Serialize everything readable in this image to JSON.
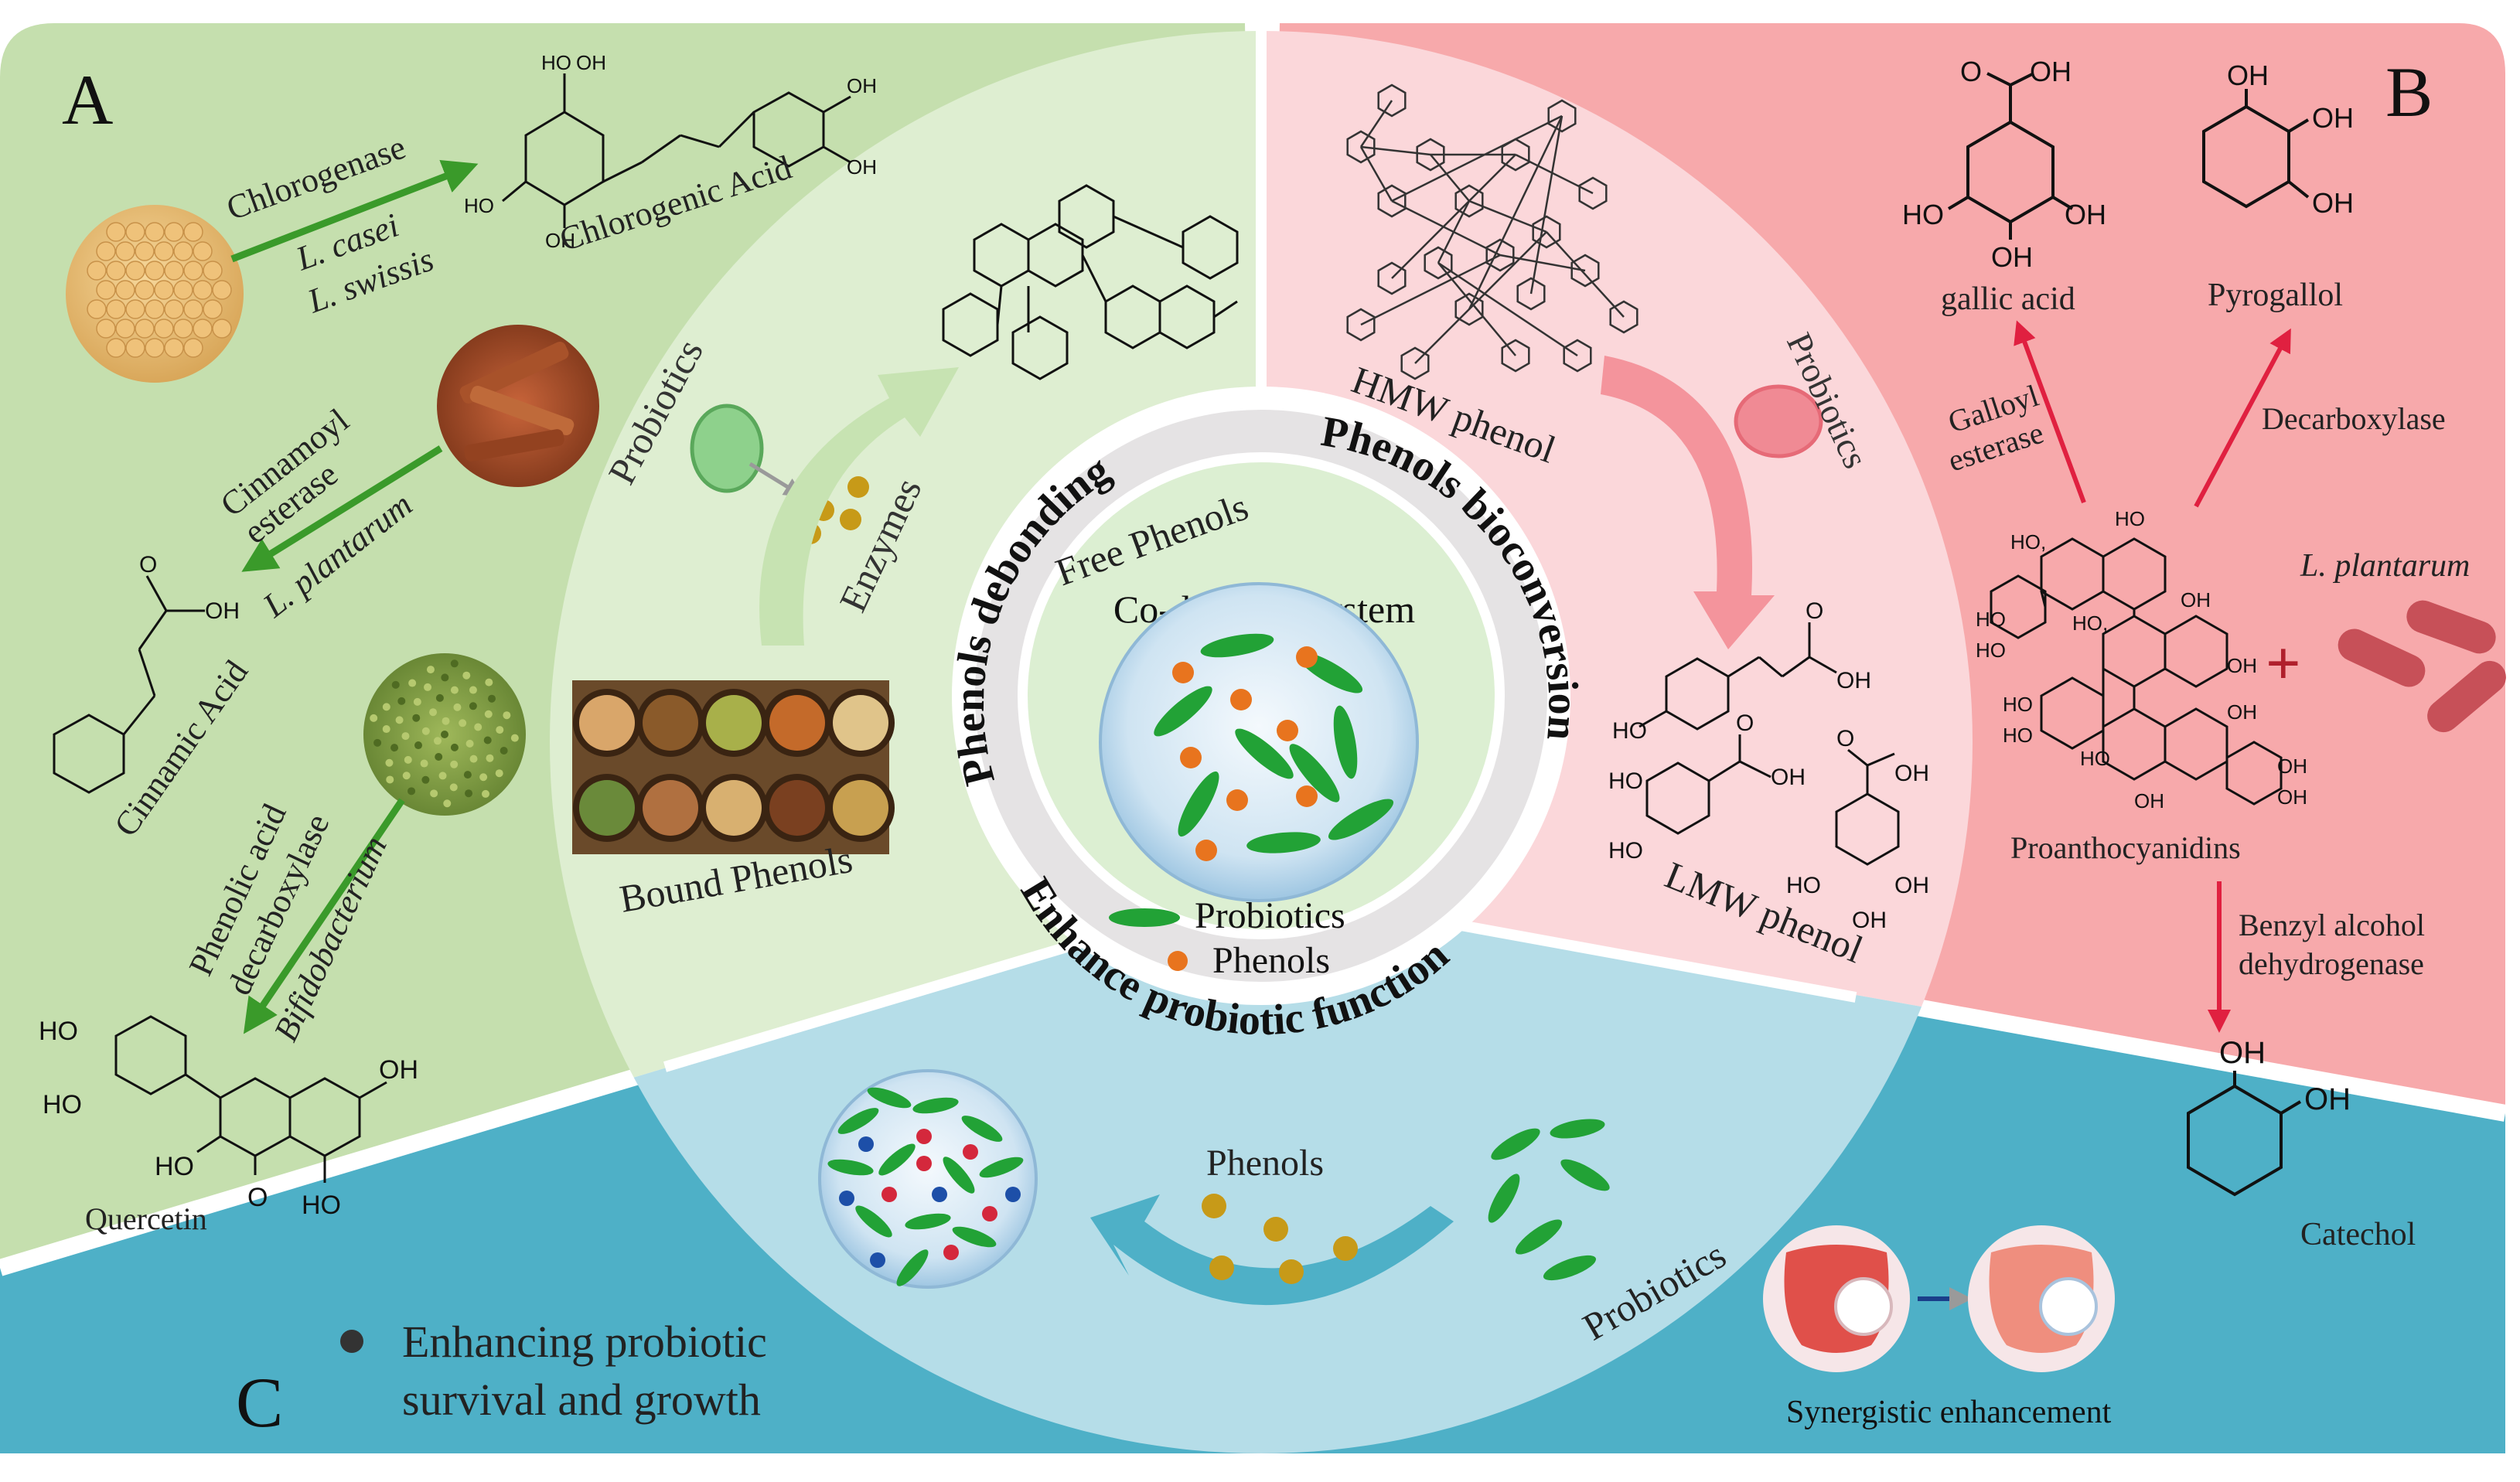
{
  "panels": {
    "a": {
      "letter": "A",
      "colors": {
        "bg": "#c5dfae",
        "circle": "#deeed1"
      },
      "items": {
        "chlorogenase": "Chlorogenase",
        "l_casei": "L. casei",
        "l_swissis": "L. swissis",
        "chlorogenic_acid": "Chlorogenic Acid",
        "cinnamoyl_esterase_1": "Cinnamoyl",
        "cinnamoyl_esterase_2": "esterase",
        "l_plantarum": "L. plantarum",
        "cinnamic_acid": "Cinnamic Acid",
        "phenolic_acid_1": "Phenolic acid",
        "phenolic_acid_2": "decarboxylase",
        "bifidobacterium": "Bifidobacterium",
        "quercetin": "Quercetin"
      },
      "inner": {
        "probiotics": "Probiotics",
        "enzymes": "Enzymes",
        "free_phenols": "Free Phenols",
        "bound_phenols": "Bound Phenols"
      }
    },
    "b": {
      "letter": "B",
      "colors": {
        "bg": "#f7a9ab",
        "circle": "#fbd7da"
      },
      "items": {
        "gallic_acid": "gallic acid",
        "pyrogallol": "Pyrogallol",
        "galloyl_1": "Galloyl",
        "galloyl_2": "esterase",
        "decarboxylase": "Decarboxylase",
        "l_plantarum": "L. plantarum",
        "proanthocyanidins": "Proanthocyanidins",
        "benzyl_1": "Benzyl alcohol",
        "benzyl_2": "dehydrogenase",
        "catechol": "Catechol"
      },
      "inner": {
        "hmw": "HMW phenol",
        "probiotics": "Probiotics",
        "lmw": "LMW phenol"
      }
    },
    "c": {
      "letter": "C",
      "colors": {
        "bg": "#4eb0c7",
        "circle": "#b5dde8"
      },
      "bullet_1": "Enhancing probiotic",
      "bullet_2": "survival and growth",
      "phenols": "Phenols",
      "probiotics": "Probiotics",
      "synergistic": "Synergistic enhancement"
    }
  },
  "ring": {
    "debonding": "Phenols debonding",
    "bioconversion": "Phenols bioconversion",
    "enhance": "Enhance probiotic function",
    "co_delivery": "Co-delivery system",
    "legend_probiotics": "Probiotics",
    "legend_phenols": "Phenols"
  },
  "chem": {
    "oh": "OH",
    "ho": "HO",
    "o": "O"
  },
  "colors": {
    "probiotic_green": "#22a236",
    "phenol_orange": "#e8741e",
    "phenol_gold": "#c79a18",
    "arrow_red": "#e02040",
    "arrow_green": "#3a9a2a"
  }
}
